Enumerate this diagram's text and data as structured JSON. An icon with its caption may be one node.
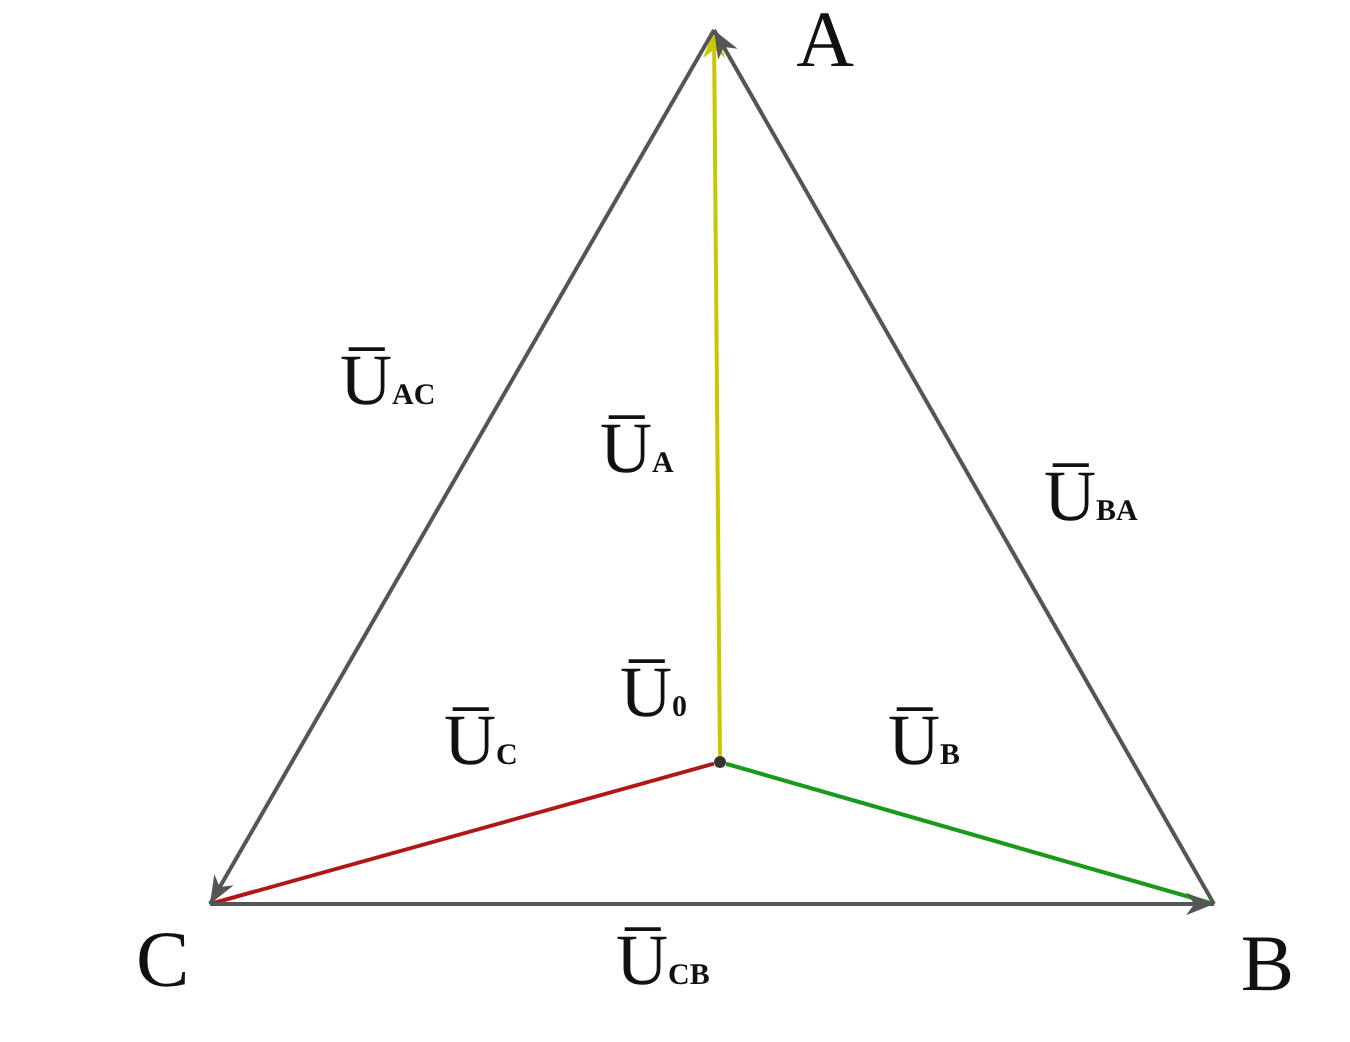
{
  "diagram": {
    "nodes": [
      {
        "text": [
          "A"
        ]
      },
      {
        "text": [
          "B"
        ]
      },
      {
        "text": [
          "C"
        ]
      },
      {
        "text": [],
        "shape": "point",
        "beside": [
          "U̅$_{0}$"
        ]
      }
    ],
    "edges": [
      {
        "from": 3,
        "to": 0,
        "arrow": "to",
        "label": "U̅$_{A}$",
        "color": "#c8c800"
      },
      {
        "from": 3,
        "to": 1,
        "arrow": "none",
        "label": "U̅$_{B}$",
        "color": "#1a9a1a"
      },
      {
        "from": 3,
        "to": 2,
        "arrow": "none",
        "label": "U̅$_{C}$",
        "color": "#b01818"
      },
      {
        "from": 0,
        "to": 2,
        "arrow": "to",
        "label": "U̅$_{AC}$"
      },
      {
        "from": 2,
        "to": 1,
        "arrow": "to",
        "label": "U̅$_{CB}$"
      },
      {
        "from": 1,
        "to": 0,
        "arrow": "to",
        "label": "U̅$_{BA}$"
      }
    ]
  }
}
